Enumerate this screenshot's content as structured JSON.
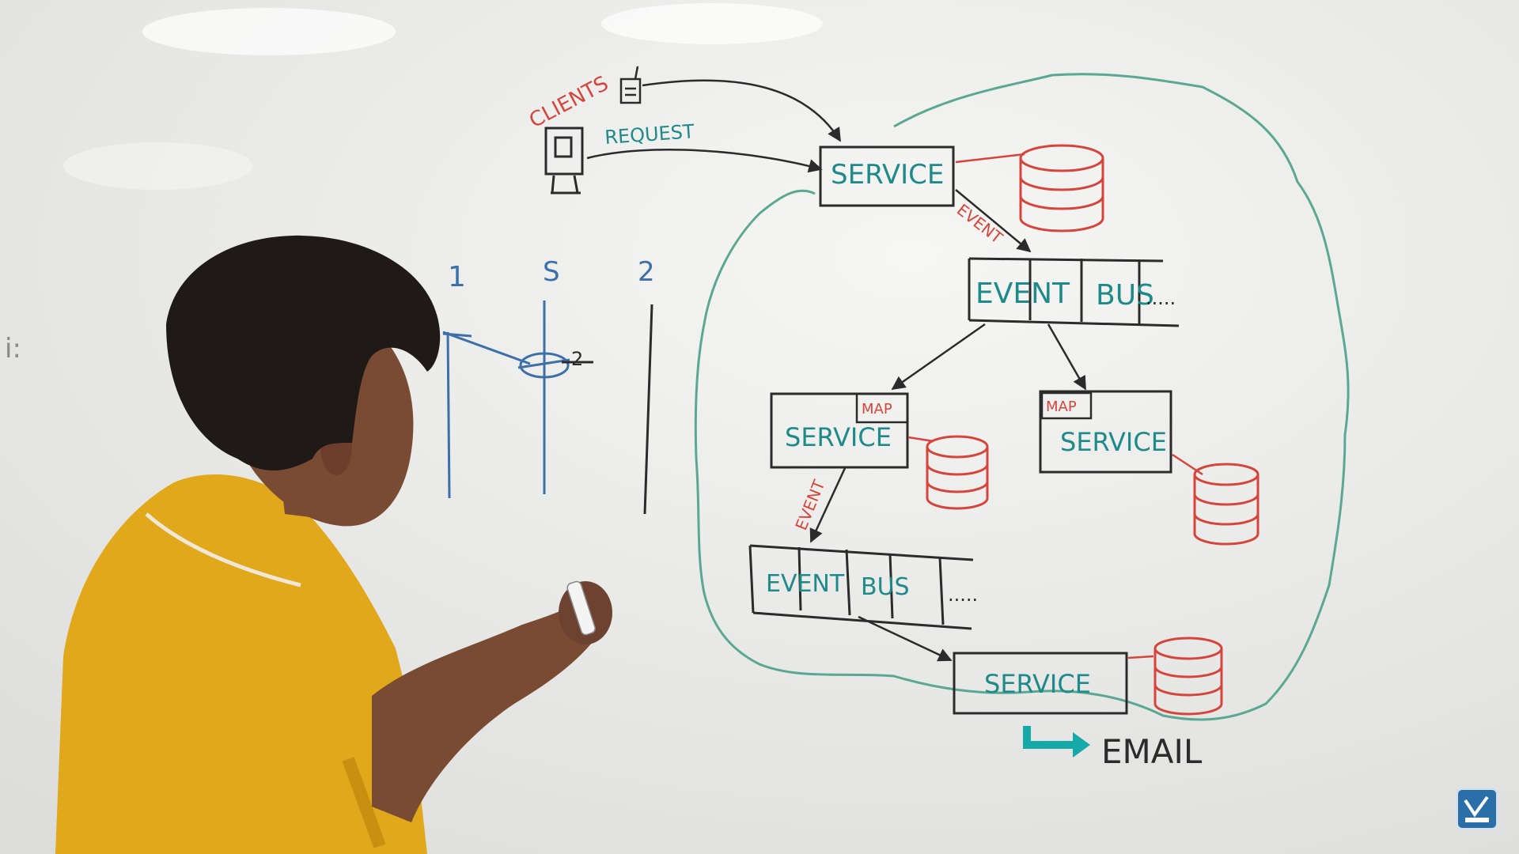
{
  "whiteboard": {
    "clients_label": "CLIENTS",
    "request_label": "REQUEST",
    "service_label": "SERVICE",
    "event_label": "EVENT",
    "event_bus": {
      "event": "EVENT",
      "bus": "BUS",
      "dots": "....."
    },
    "map_label": "MAP",
    "email_label": "EMAIL",
    "column_numbers": [
      "1",
      "S",
      "2"
    ],
    "marker_small_number": "2",
    "left_edge_mark": "i:"
  },
  "colors": {
    "ink_black": "#2b2b2b",
    "ink_teal": "#1f8a8a",
    "ink_red": "#d6453b",
    "ink_blue": "#3d6fa8",
    "cloud_green": "#5aa893",
    "shirt_yellow": "#e0a81a",
    "hair": "#1f1a18",
    "skin": "#7a4b33",
    "email_arrow": "#16a9a9",
    "logo": "#2a6fa8"
  }
}
